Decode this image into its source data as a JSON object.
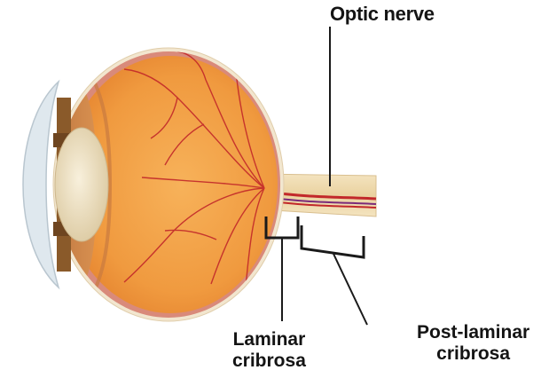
{
  "labels": {
    "optic_nerve": "Optic nerve",
    "laminar_line1": "Laminar",
    "laminar_line2": "cribrosa",
    "post_laminar_line1": "Post-laminar",
    "post_laminar_line2": "cribrosa"
  },
  "colors": {
    "background": "#ffffff",
    "label_text": "#141414",
    "leader_line": "#1a1a1a",
    "sclera": "#f2e6cf",
    "choroid": "#d98a7a",
    "retina": "#f0a04c",
    "vitreous": "#f4a24a",
    "iris": "#8a5a2a",
    "lens": "#efe3c8",
    "cornea": "#dfe8ee",
    "vessel": "#c2282a",
    "optic_nerve_sheath": "#f1dfb6"
  },
  "icons": [
    "eye-cross-section-illustration"
  ]
}
